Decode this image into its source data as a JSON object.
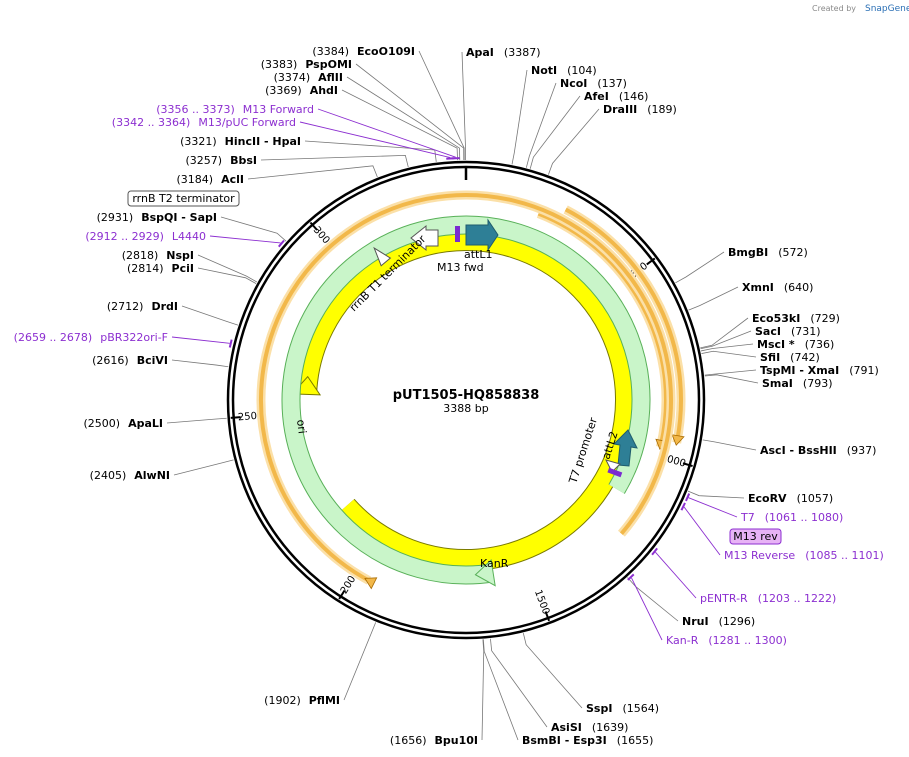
{
  "credit": {
    "prefix": "Created by",
    "brand": "SnapGene"
  },
  "plasmid": {
    "name": "pUT1505-HQ858838",
    "size_label": "3388 bp",
    "length": 3388
  },
  "ticks": [
    {
      "pos": 500,
      "label": "500"
    },
    {
      "pos": 1000,
      "label": "1000"
    },
    {
      "pos": 1500,
      "label": "1500"
    },
    {
      "pos": 2000,
      "label": "2000"
    },
    {
      "pos": 2500,
      "label": "2500"
    },
    {
      "pos": 3000,
      "label": "3000"
    }
  ],
  "sites": [
    {
      "name": "ApaI",
      "pos": "(3387)",
      "bp": 3387,
      "side": "right"
    },
    {
      "name": "NotI",
      "pos": "(104)",
      "bp": 104,
      "side": "right"
    },
    {
      "name": "NcoI",
      "pos": "(137)",
      "bp": 137,
      "side": "right"
    },
    {
      "name": "AfeI",
      "pos": "(146)",
      "bp": 146,
      "side": "right"
    },
    {
      "name": "DraIII",
      "pos": "(189)",
      "bp": 189,
      "side": "right"
    },
    {
      "name": "BmgBI",
      "pos": "(572)",
      "bp": 572,
      "side": "right"
    },
    {
      "name": "XmnI",
      "pos": "(640)",
      "bp": 640,
      "side": "right"
    },
    {
      "name": "Eco53kI",
      "pos": "(729)",
      "bp": 729,
      "side": "right"
    },
    {
      "name": "SacI",
      "pos": "(731)",
      "bp": 731,
      "side": "right"
    },
    {
      "name": "MscI *",
      "pos": "(736)",
      "bp": 736,
      "side": "right"
    },
    {
      "name": "SfiI",
      "pos": "(742)",
      "bp": 742,
      "side": "right"
    },
    {
      "name": "TspMI - XmaI",
      "pos": "(791)",
      "bp": 791,
      "side": "right"
    },
    {
      "name": "SmaI",
      "pos": "(793)",
      "bp": 793,
      "side": "right"
    },
    {
      "name": "AscI - BssHII",
      "pos": "(937)",
      "bp": 937,
      "side": "right"
    },
    {
      "name": "EcoRV",
      "pos": "(1057)",
      "bp": 1057,
      "side": "right"
    },
    {
      "name": "NruI",
      "pos": "(1296)",
      "bp": 1296,
      "side": "right"
    },
    {
      "name": "SspI",
      "pos": "(1564)",
      "bp": 1564,
      "side": "right"
    },
    {
      "name": "AsiSI",
      "pos": "(1639)",
      "bp": 1639,
      "side": "right"
    },
    {
      "name": "BsmBI - Esp3I",
      "pos": "(1655)",
      "bp": 1655,
      "side": "right"
    },
    {
      "name": "Bpu10I",
      "pos": "(1656)",
      "bp": 1656,
      "side": "left"
    },
    {
      "name": "PflMI",
      "pos": "(1902)",
      "bp": 1902,
      "side": "left"
    },
    {
      "name": "AlwNI",
      "pos": "(2405)",
      "bp": 2405,
      "side": "left"
    },
    {
      "name": "ApaLI",
      "pos": "(2500)",
      "bp": 2500,
      "side": "left"
    },
    {
      "name": "BciVI",
      "pos": "(2616)",
      "bp": 2616,
      "side": "left"
    },
    {
      "name": "DrdI",
      "pos": "(2712)",
      "bp": 2712,
      "side": "left"
    },
    {
      "name": "PciI",
      "pos": "(2814)",
      "bp": 2814,
      "side": "left"
    },
    {
      "name": "NspI",
      "pos": "(2818)",
      "bp": 2818,
      "side": "left"
    },
    {
      "name": "BspQI - SapI",
      "pos": "(2931)",
      "bp": 2931,
      "side": "left"
    },
    {
      "name": "AclI",
      "pos": "(3184)",
      "bp": 3184,
      "side": "left"
    },
    {
      "name": "BbsI",
      "pos": "(3257)",
      "bp": 3257,
      "side": "left"
    },
    {
      "name": "HincII - HpaI",
      "pos": "(3321)",
      "bp": 3321,
      "side": "left"
    },
    {
      "name": "AhdI",
      "pos": "(3369)",
      "bp": 3369,
      "side": "left"
    },
    {
      "name": "AflII",
      "pos": "(3374)",
      "bp": 3374,
      "side": "left"
    },
    {
      "name": "PspOMI",
      "pos": "(3383)",
      "bp": 3383,
      "side": "left"
    },
    {
      "name": "EcoO109I",
      "pos": "(3384)",
      "bp": 3384,
      "side": "left"
    }
  ],
  "primers": [
    {
      "name": "M13 Forward",
      "range": "(3356 .. 3373)",
      "bp": 3365,
      "side": "left"
    },
    {
      "name": "M13/pUC Forward",
      "range": "(3342 .. 3364)",
      "bp": 3353,
      "side": "left"
    },
    {
      "name": "L4440",
      "range": "(2912 .. 2929)",
      "bp": 2920,
      "side": "left"
    },
    {
      "name": "pBR322ori-F",
      "range": "(2659 .. 2678)",
      "bp": 2668,
      "side": "left"
    },
    {
      "name": "T7",
      "range": "(1061 .. 1080)",
      "bp": 1070,
      "side": "right"
    },
    {
      "name": "M13 Reverse",
      "range": "(1085 .. 1101)",
      "bp": 1093,
      "side": "right"
    },
    {
      "name": "pENTR-R",
      "range": "(1203 .. 1222)",
      "bp": 1212,
      "side": "right"
    },
    {
      "name": "Kan-R",
      "range": "(1281 .. 1300)",
      "bp": 1290,
      "side": "right"
    }
  ],
  "features": {
    "rrnb_t2": "rrnB T2 terminator",
    "rrnb_t1": "rrnB T1 terminator",
    "attl1": "attL1",
    "m13fwd": "M13 fwd",
    "m13rev": "M13 rev",
    "t7promoter": "T7 promoter",
    "attl2": "attL2",
    "ori": "ori",
    "kanr": "KanR"
  },
  "colors": {
    "backbone": "#000000",
    "primer": "#8c2fd0",
    "orf_fill": "#f2b84a",
    "orf_halo": "#fbe0a8",
    "ori_fill": "#ffff00",
    "kanr_fill": "#c9f5c9",
    "kanr_stroke": "#58b058",
    "att_arrow": "#2e7f96",
    "att_line": "#5aa02c",
    "m13rev_fill": "#e7b3f5",
    "leader": "#777777"
  }
}
